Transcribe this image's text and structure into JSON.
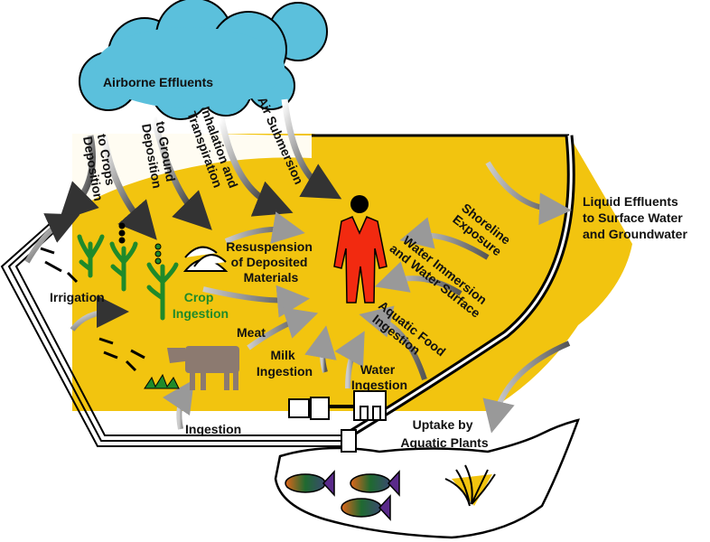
{
  "title": "Radiation exposure pathways",
  "colors": {
    "ground": "#f2c40f",
    "cloud": "#5bc0dc",
    "person": "#f22a10",
    "plant": "#1f8a2a",
    "cow": "#8c7a70"
  },
  "labels": {
    "airborne": "Airborne Effluents",
    "deposition_crops": [
      "Deposition",
      "to Crops"
    ],
    "deposition_ground": [
      "Deposition",
      "to Ground"
    ],
    "inhalation": [
      "Inhalation and",
      "Transpiration"
    ],
    "air_submersion": "Air Submersion",
    "liquid_effluents": [
      "Liquid Effluents",
      "to Surface Water",
      "and Groundwater"
    ],
    "shoreline": [
      "Shoreline",
      "Exposure"
    ],
    "water_immersion": [
      "Water Immersion",
      "and Water Surface"
    ],
    "aquatic_food": [
      "Aquatic Food",
      "Ingestion"
    ],
    "resuspension": [
      "Resuspension",
      "of Deposited",
      "Materials"
    ],
    "crop_ingestion": [
      "Crop",
      "Ingestion"
    ],
    "irrigation": "Irrigation",
    "meat": "Meat",
    "milk_ingestion": [
      "Milk",
      "Ingestion"
    ],
    "water_ingestion": [
      "Water",
      "Ingestion"
    ],
    "ingestion": "Ingestion",
    "uptake": [
      "Uptake by",
      "Aquatic Plants"
    ]
  }
}
